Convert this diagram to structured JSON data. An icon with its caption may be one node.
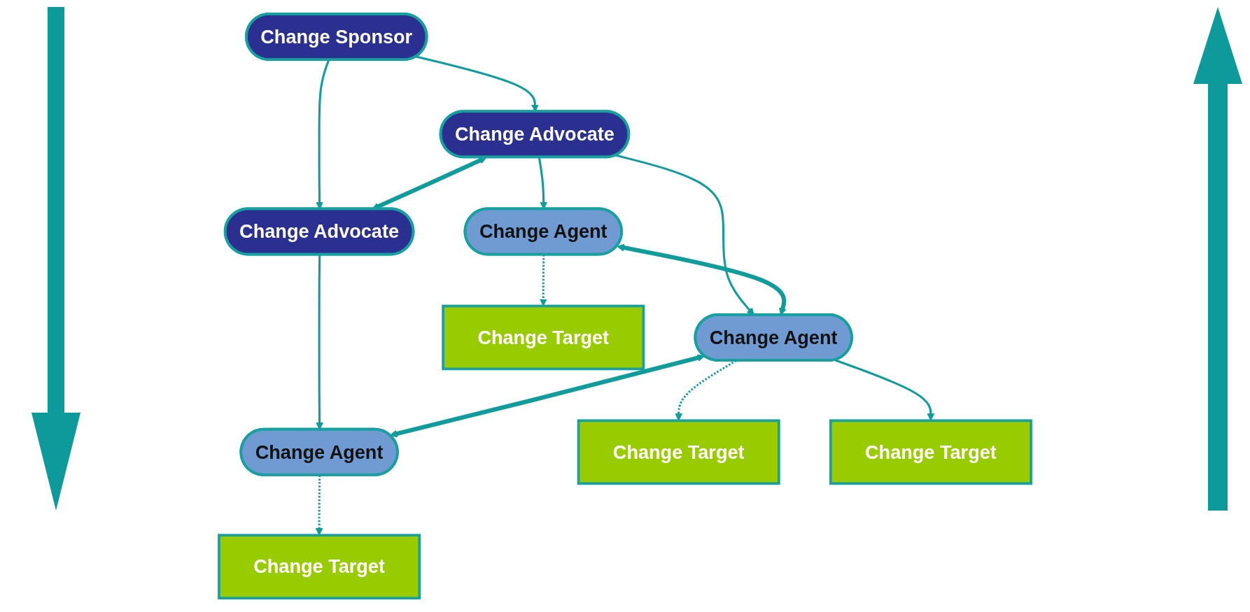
{
  "diagram": {
    "nodes": [
      {
        "text": [
          "Change Sponsor"
        ]
      },
      {
        "text": [
          "Change Advocate"
        ]
      },
      {
        "text": [
          "Change Advocate"
        ]
      },
      {
        "text": [
          "Change Agent"
        ]
      },
      {
        "text": [
          "Change Agent"
        ]
      },
      {
        "text": [
          "Change Agent"
        ]
      },
      {
        "text": [
          "Change Target"
        ]
      },
      {
        "text": [
          "Change Target"
        ]
      },
      {
        "text": [
          "Change Target"
        ]
      },
      {
        "text": [
          "Change Target"
        ]
      }
    ],
    "edges": [
      {
        "from": 0,
        "to": 1,
        "arrow": "to"
      },
      {
        "from": 0,
        "to": 2,
        "arrow": "to"
      },
      {
        "from": 1,
        "to": 2,
        "arrow": "both",
        "style": "thick"
      },
      {
        "from": 1,
        "to": 3,
        "arrow": "to"
      },
      {
        "from": 1,
        "to": 4,
        "arrow": "to"
      },
      {
        "from": 2,
        "to": 5,
        "arrow": "to"
      },
      {
        "from": 3,
        "to": 4,
        "arrow": "both",
        "style": "thick"
      },
      {
        "from": 4,
        "to": 5,
        "arrow": "both",
        "style": "thick"
      },
      {
        "from": 3,
        "to": 6,
        "arrow": "to",
        "style": "dashed"
      },
      {
        "from": 4,
        "to": 7,
        "arrow": "to",
        "style": "dashed"
      },
      {
        "from": 4,
        "to": 8,
        "arrow": "to"
      },
      {
        "from": 5,
        "to": 9,
        "arrow": "to",
        "style": "dashed"
      }
    ]
  }
}
